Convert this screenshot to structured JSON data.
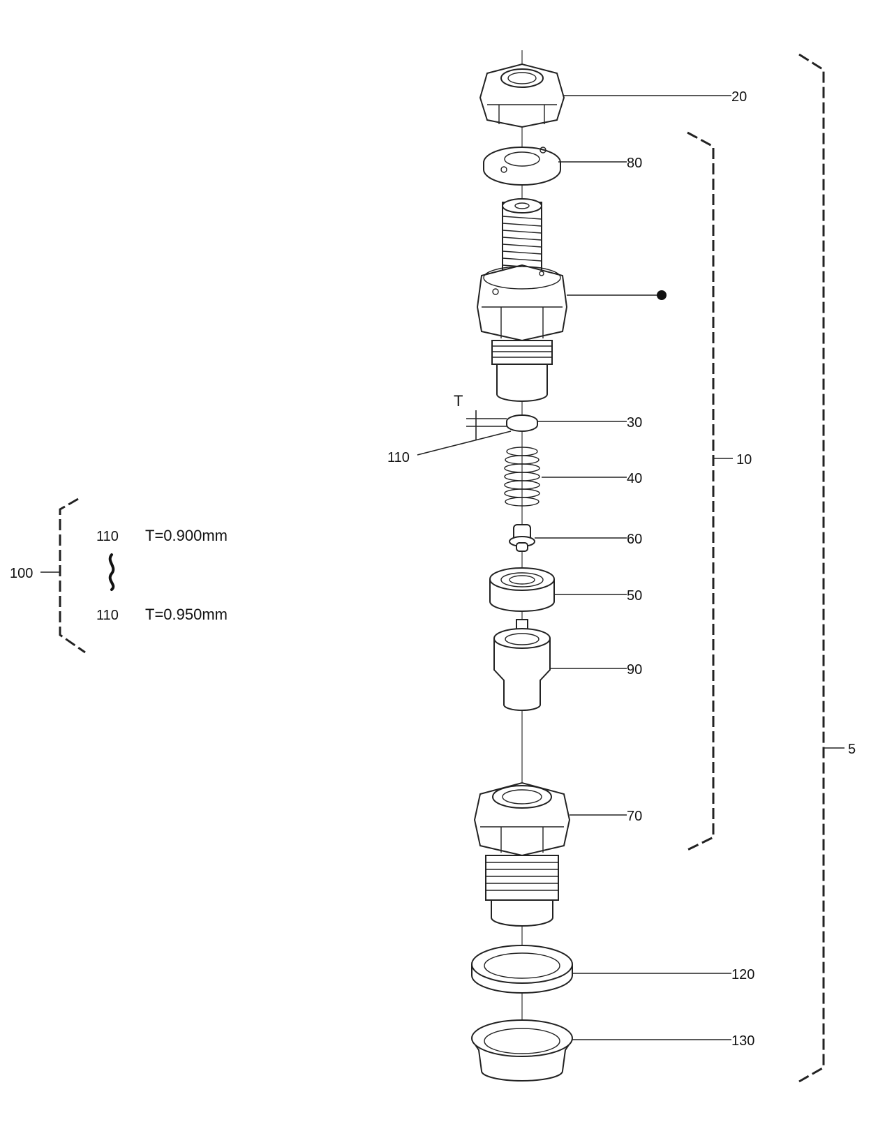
{
  "labels": {
    "p20": "20",
    "p80": "80",
    "p30": "30",
    "p110": "110",
    "p40": "40",
    "p60": "60",
    "p50": "50",
    "p90": "90",
    "p70": "70",
    "p120": "120",
    "p130": "130",
    "g10": "10",
    "g5": "5",
    "g100": "100",
    "dim_t": "T"
  },
  "table": {
    "row1_part": "110",
    "row1_value": "T=0.900mm",
    "row2_part": "110",
    "row2_value": "T=0.950mm"
  }
}
